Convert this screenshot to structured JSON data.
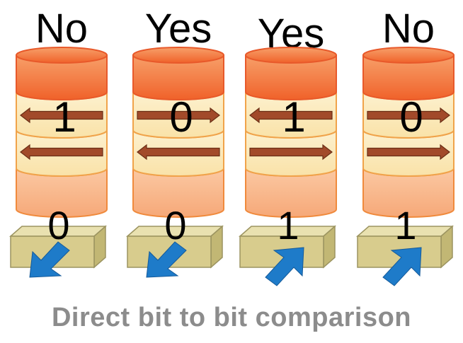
{
  "caption": "Direct bit to bit comparison",
  "colors": {
    "top_layer": "#f26b2e",
    "middle_layer": "#fbe7b8",
    "bottom_layer": "#f9b88a",
    "arrow": "#a24a2a",
    "block": "#d8cc8d",
    "pointer": "#1e7bc9",
    "caption": "#8c8c8c"
  },
  "stacks": [
    {
      "result": "No",
      "stored_bit": "1",
      "read_bit": "0",
      "arrows": [
        "left",
        "left"
      ],
      "pointer": "down-left"
    },
    {
      "result": "Yes",
      "stored_bit": "0",
      "read_bit": "0",
      "arrows": [
        "right",
        "left"
      ],
      "pointer": "down-left"
    },
    {
      "result": "Yes",
      "stored_bit": "1",
      "read_bit": "1",
      "arrows": [
        "left",
        "right"
      ],
      "pointer": "up-right"
    },
    {
      "result": "No",
      "stored_bit": "0",
      "read_bit": "1",
      "arrows": [
        "right",
        "right"
      ],
      "pointer": "up-right"
    }
  ]
}
